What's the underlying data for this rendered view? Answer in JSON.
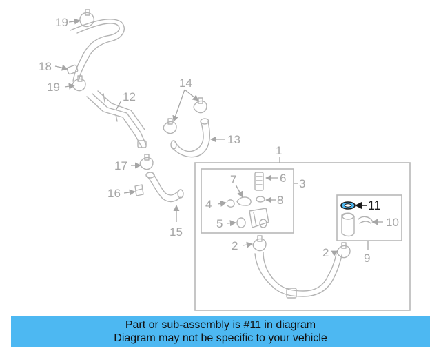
{
  "diagram": {
    "highlighted_part": "11",
    "callouts": {
      "c1": "1",
      "c2a": "2",
      "c2b": "2",
      "c3": "3",
      "c4": "4",
      "c5": "5",
      "c6": "6",
      "c7": "7",
      "c8": "8",
      "c9": "9",
      "c10": "10",
      "c11": "11",
      "c12": "12",
      "c13": "13",
      "c14": "14",
      "c15": "15",
      "c16": "16",
      "c17": "17",
      "c18": "18",
      "c19a": "19",
      "c19b": "19"
    },
    "colors": {
      "line_art": "#b3b3b3",
      "highlight_fill": "#4db8f2",
      "caption_bg": "#4db8f2"
    }
  },
  "caption": {
    "line1": "Part or sub-assembly is #11 in diagram",
    "line2": "Diagram may not be specific to your vehicle"
  }
}
